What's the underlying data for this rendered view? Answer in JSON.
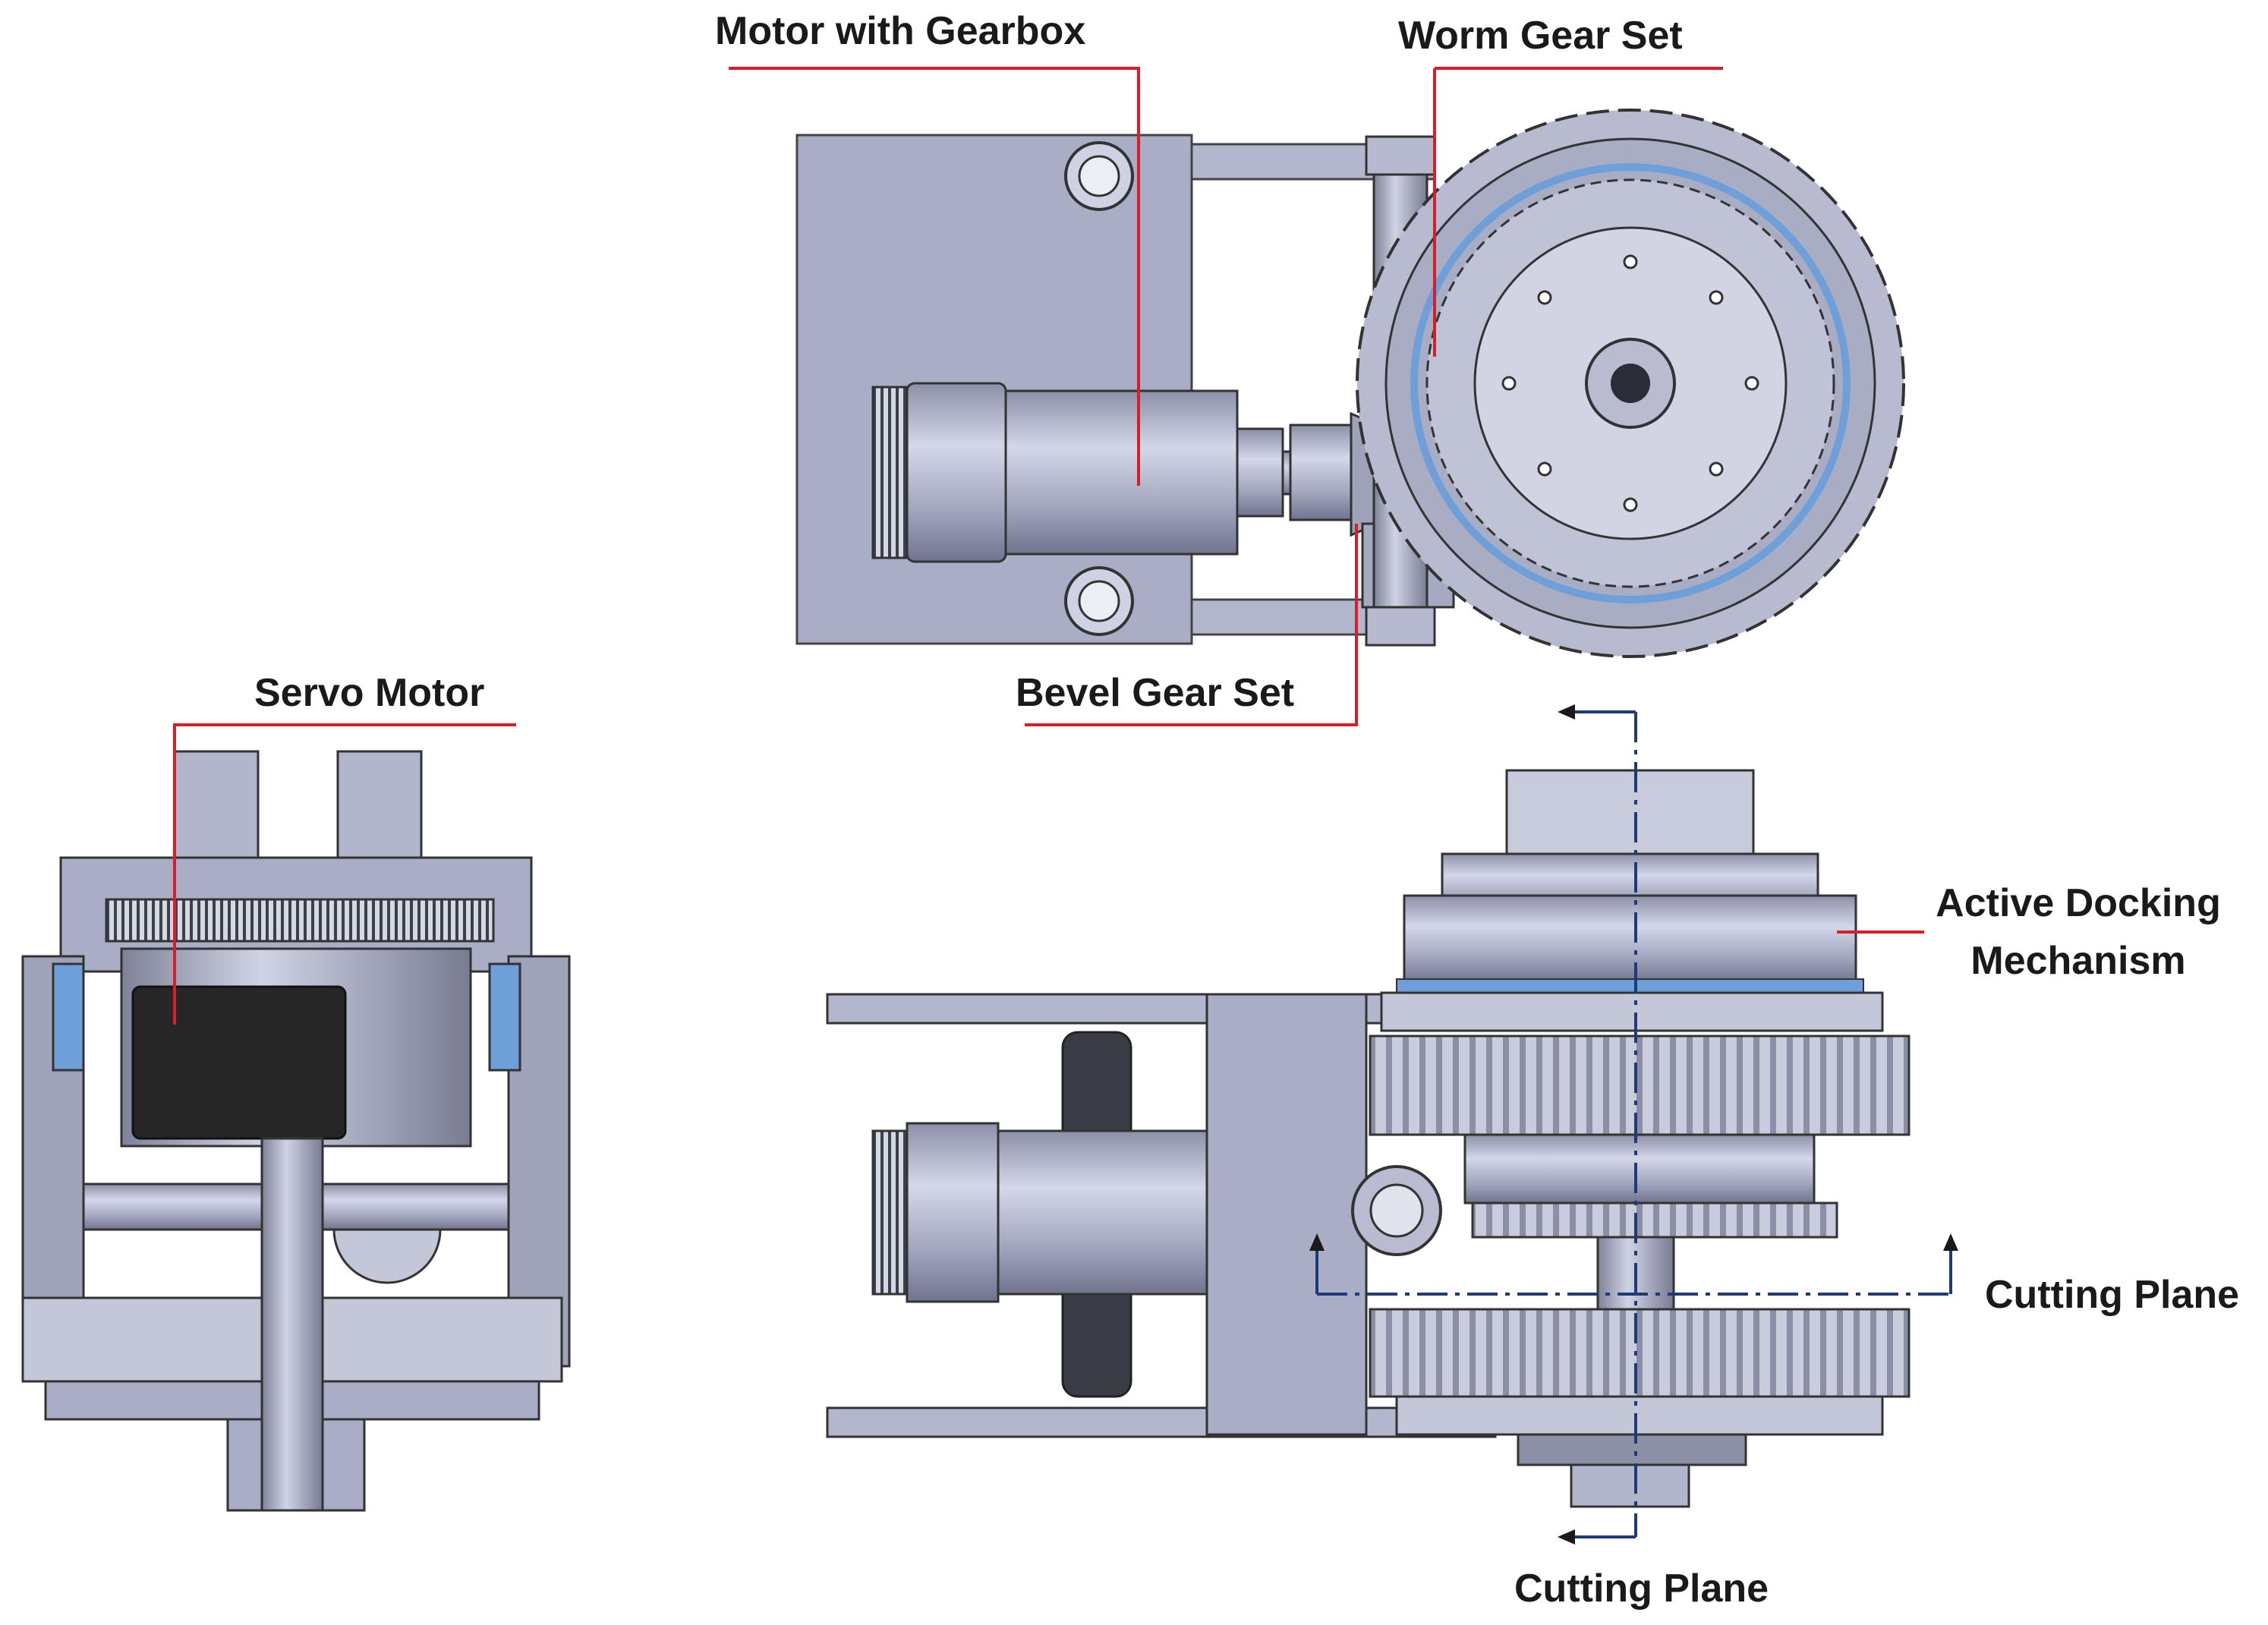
{
  "labels": {
    "motor_with_gearbox": "Motor with Gearbox",
    "worm_gear_set": "Worm Gear Set",
    "servo_motor": "Servo Motor",
    "bevel_gear_set": "Bevel Gear Set",
    "active_docking_line1": "Active Docking",
    "active_docking_line2": "Mechanism",
    "cutting_plane_right": "Cutting Plane",
    "cutting_plane_bottom": "Cutting Plane"
  },
  "colors": {
    "leader_line": "#d42028",
    "cutting_plane_line": "#1f3a78",
    "part_body": "#a9adc6",
    "part_light": "#c4c8dc",
    "part_dark": "#5f6378",
    "servo_body": "#262626",
    "bearing_blue": "#6f9fd8",
    "background": "#ffffff"
  }
}
